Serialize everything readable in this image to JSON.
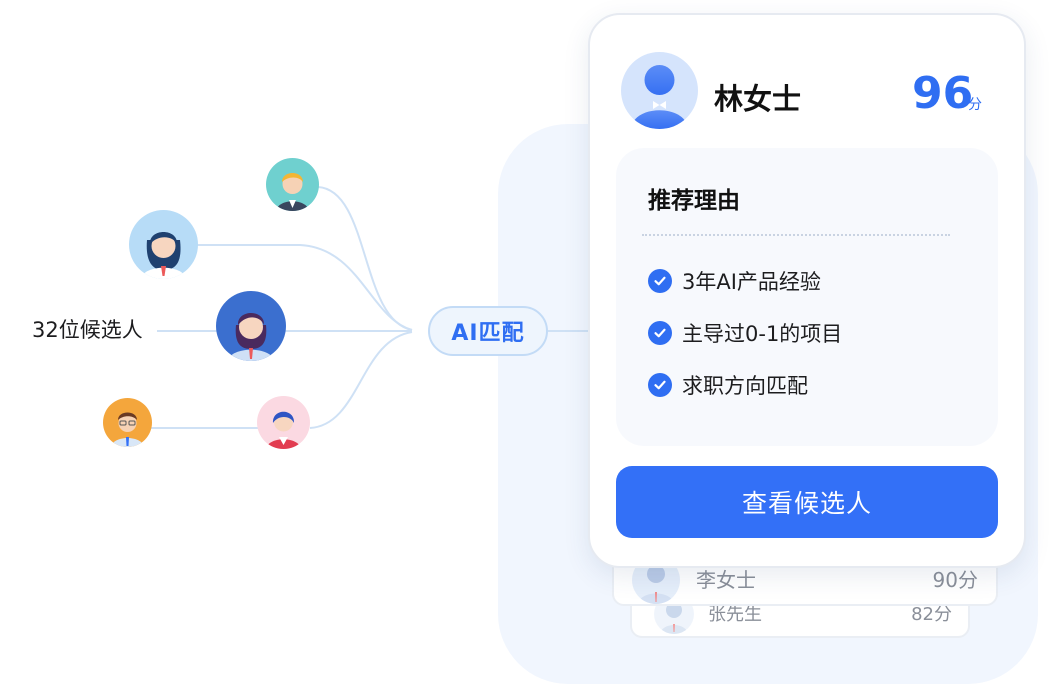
{
  "funnel": {
    "count_label": "32位候选人",
    "ai_label": "AI匹配"
  },
  "top_card": {
    "name": "林女士",
    "score": "96",
    "score_unit": "分",
    "reason_title": "推荐理由",
    "reasons": [
      "3年AI产品经验",
      "主导过0-1的项目",
      "求职方向匹配"
    ],
    "cta_label": "查看候选人"
  },
  "stack": [
    {
      "name": "李女士",
      "score": "90分"
    },
    {
      "name": "张先生",
      "score": "82分"
    }
  ],
  "colors": {
    "accent": "#3370f7",
    "pill_border": "#c3dbf6",
    "backdrop": "#f1f6fe"
  },
  "icons": [
    "check-icon",
    "avatar-icon"
  ]
}
